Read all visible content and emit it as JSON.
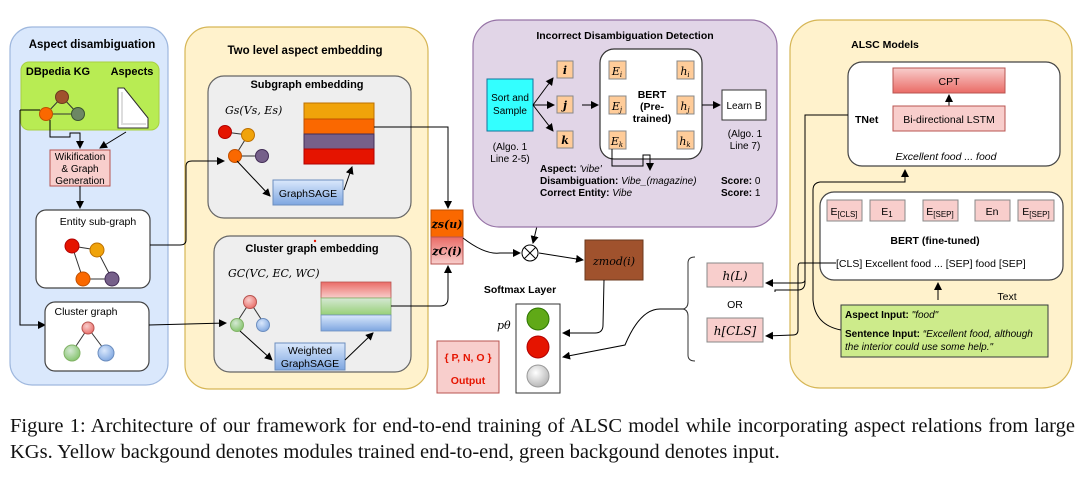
{
  "figure": {
    "panels": {
      "aspect_disambiguation": {
        "title": "Aspect disambiguation",
        "kg_label": "DBpedia KG",
        "aspects_label": "Aspects",
        "wikification": [
          "Wikification",
          "& Graph",
          "Generation"
        ],
        "entity_subgraph": "Entity sub-graph",
        "cluster_graph": "Cluster graph"
      },
      "two_level_embedding": {
        "title": "Two level aspect embedding",
        "subgraph_title": "Subgraph embedding",
        "subgraph_formula": "Gs(Vs, Es)",
        "graphsage": "GraphSAGE",
        "cluster_title": "Cluster graph embedding",
        "cluster_formula": "GC(VC, EC, WC)",
        "weighted_graphsage": [
          "Weighted",
          "GraphSAGE"
        ]
      },
      "incorrect_disambiguation": {
        "title": "Incorrect Disambiguation Detection",
        "sort_sample": [
          "Sort and",
          "Sample"
        ],
        "sort_note": [
          "(Algo. 1",
          "Line 2-5)"
        ],
        "tokens": [
          "i",
          "j",
          "k"
        ],
        "embeddings": [
          "E",
          "E",
          "E"
        ],
        "hidden": [
          "h",
          "h",
          "h"
        ],
        "bert": [
          "BERT",
          "(Pre-",
          "trained)"
        ],
        "learn_b": "Learn B",
        "learn_note": [
          "(Algo. 1",
          "Line 7)"
        ],
        "aspect_label": "Aspect:",
        "aspect_value": "'vibe'",
        "disamb_label": "Disambiguation:",
        "disamb_value": "Vibe_(magazine)",
        "correct_label": "Correct Entity:",
        "correct_value": "Vibe",
        "score_label": "Score:",
        "score_0": "0",
        "score_1": "1"
      },
      "center": {
        "zs": "zs(u)",
        "zc": "zC(i)",
        "otimes": "⊗",
        "zmod": "zmod(i)",
        "softmax_title": "Softmax Layer",
        "p_theta": "pθ",
        "output_set": "{ P, N, O }",
        "output_label": "Output",
        "h_L": "h(L)",
        "or": "OR",
        "h_cls": "h[CLS]"
      },
      "alsc_models": {
        "title": "ALSC Models",
        "tnet_label": "TNet",
        "cpt": "CPT",
        "bilstm": "Bi-directional LSTM",
        "tnet_input": "Excellent food ... food",
        "bert_tokens": [
          "E[CLS]",
          "E1",
          "E[SEP]",
          "En",
          "E[SEP]"
        ],
        "bert_title": "BERT (fine-tuned)",
        "bert_input": "[CLS] Excellent food ... [SEP] food [SEP]",
        "text_label": "Text",
        "aspect_input_label": "Aspect Input:",
        "aspect_input_value": "\"food\"",
        "sentence_input_label": "Sentence Input:",
        "sentence_input_value_1": "“Excellent food, although",
        "sentence_input_value_2": "the interior could use some help.\""
      }
    },
    "colors": {
      "blue_panel": "#dae8fc",
      "yellow_panel": "#fff2cc",
      "purple_panel": "#e1d5e7",
      "green_input": "#cdeb8b",
      "pink_box": "#f8cecc",
      "cyan_box": "#33ffff",
      "orange_token": "#ffcc99"
    }
  },
  "caption": "Figure 1: Architecture of our framework for end-to-end training of ALSC model while incorporating aspect relations from large KGs. Yellow backgound denotes modules trained end-to-end, green backgound denotes input."
}
